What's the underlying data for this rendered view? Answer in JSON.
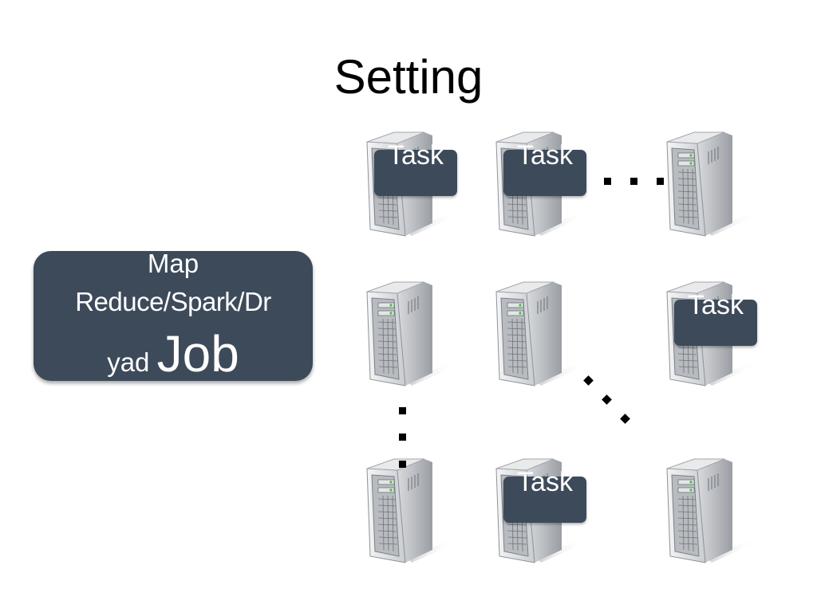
{
  "slide": {
    "title": "Setting"
  },
  "job": {
    "line1": "Map",
    "line2": "Reduce/Spark/Dr",
    "line3_small": "yad",
    "line3_big": "Job",
    "color": "#3d4a5a"
  },
  "tasks": {
    "label": "Task",
    "color": "#3d4a5a"
  },
  "icons": {
    "server": "server-tower-icon"
  }
}
